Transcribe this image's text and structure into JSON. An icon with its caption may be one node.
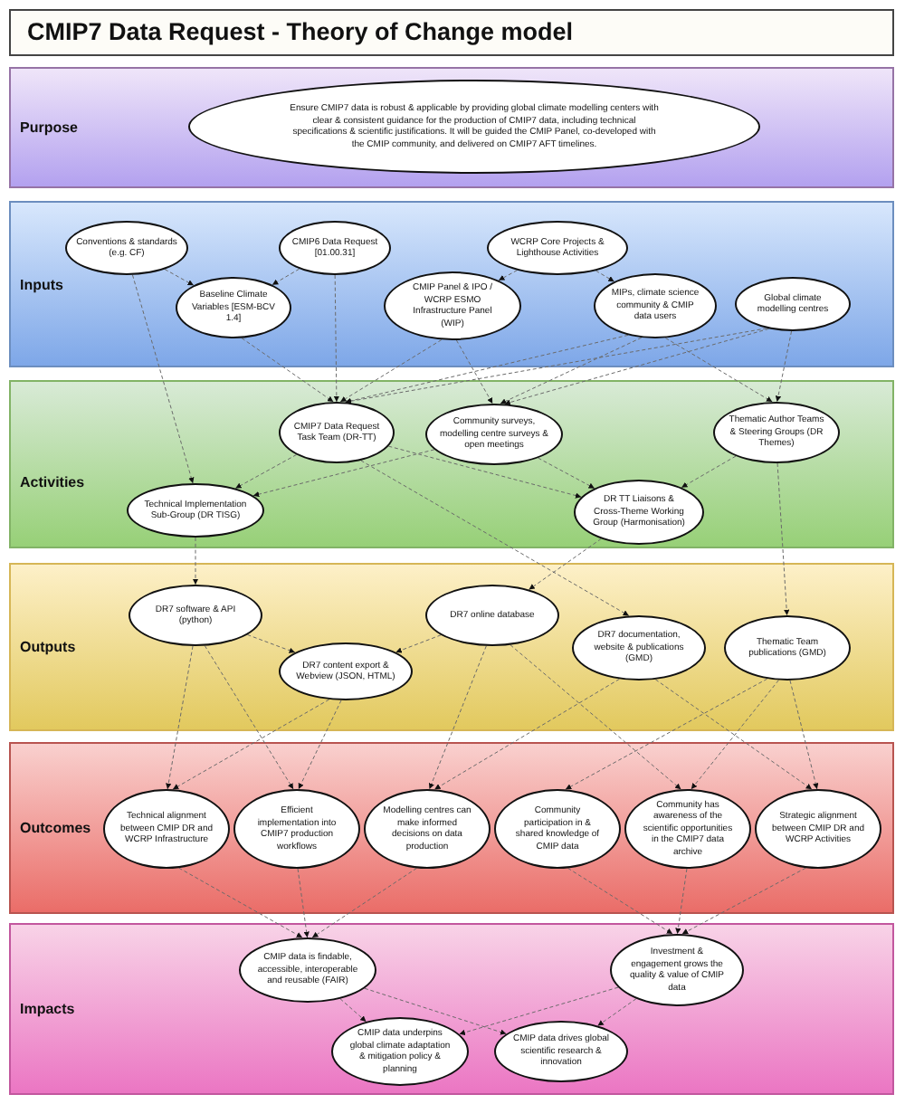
{
  "diagram": {
    "title": "CMIP7 Data Request - Theory of Change model",
    "nodes": [
      {
        "text": [
          "Purpose"
        ]
      },
      {
        "text": [
          "Ensure CMIP7 data is robust & applicable by providing global climate modelling centers with clear & consistent guidance for the production of CMIP7 data, including technical specifications & scientific justifications. It will be guided the CMIP Panel, co-developed with the CMIP community, and delivered on CMIP7 AFT timelines."
        ],
        "in": 0
      },
      {
        "text": [
          "Inputs"
        ]
      },
      {
        "text": [
          "Conventions & standards (e.g. CF)"
        ],
        "in": 2
      },
      {
        "text": [
          "CMIP6 Data Request [01.00.31]"
        ],
        "in": 2
      },
      {
        "text": [
          "WCRP Core Projects & Lighthouse Activities"
        ],
        "in": 2
      },
      {
        "text": [
          "Baseline Climate Variables [ESM-BCV 1.4]"
        ],
        "in": 2
      },
      {
        "text": [
          "CMIP Panel & IPO / WCRP ESMO Infrastructure Panel (WIP)"
        ],
        "in": 2
      },
      {
        "text": [
          "MIPs, climate science community & CMIP data users"
        ],
        "in": 2
      },
      {
        "text": [
          "Global climate modelling centres"
        ],
        "in": 2
      },
      {
        "text": [
          "Activities"
        ]
      },
      {
        "text": [
          "CMIP7 Data Request Task Team (DR-TT)"
        ],
        "in": 10
      },
      {
        "text": [
          "Community surveys, modelling centre surveys & open meetings"
        ],
        "in": 10
      },
      {
        "text": [
          "Thematic Author Teams & Steering Groups (DR Themes)"
        ],
        "in": 10
      },
      {
        "text": [
          "Technical Implementation Sub-Group (DR TISG)"
        ],
        "in": 10
      },
      {
        "text": [
          "DR TT Liaisons & Cross-Theme Working Group (Harmonisation)"
        ],
        "in": 10
      },
      {
        "text": [
          "Outputs"
        ]
      },
      {
        "text": [
          "DR7 software & API (python)"
        ],
        "in": 16
      },
      {
        "text": [
          "DR7 online database"
        ],
        "in": 16
      },
      {
        "text": [
          "DR7 documentation, website & publications (GMD)"
        ],
        "in": 16
      },
      {
        "text": [
          "Thematic Team publications (GMD)"
        ],
        "in": 16
      },
      {
        "text": [
          "DR7 content export & Webview (JSON, HTML)"
        ],
        "in": 16
      },
      {
        "text": [
          "Outcomes"
        ]
      },
      {
        "text": [
          "Technical alignment between CMIP DR and WCRP Infrastructure"
        ],
        "in": 22
      },
      {
        "text": [
          "Efficient implementation into CMIP7 production workflows"
        ],
        "in": 22
      },
      {
        "text": [
          "Modelling centres can make informed decisions on data production"
        ],
        "in": 22
      },
      {
        "text": [
          "Community participation in & shared knowledge of CMIP data"
        ],
        "in": 22
      },
      {
        "text": [
          "Community has awareness of the scientific opportunities in the CMIP7 data archive"
        ],
        "in": 22
      },
      {
        "text": [
          "Strategic alignment between CMIP DR and WCRP Activities"
        ],
        "in": 22
      },
      {
        "text": [
          "Impacts"
        ]
      },
      {
        "text": [
          "CMIP data is findable, accessible, interoperable and reusable (FAIR)"
        ],
        "in": 29
      },
      {
        "text": [
          "Investment & engagement grows the quality & value of CMIP data"
        ],
        "in": 29
      },
      {
        "text": [
          "CMIP data underpins global climate adaptation & mitigation policy & planning"
        ],
        "in": 29
      },
      {
        "text": [
          "CMIP data drives global scientific research & innovation"
        ],
        "in": 29
      }
    ],
    "edges": [
      {
        "from": 3,
        "to": 6,
        "arrow": "to",
        "style": "dashed"
      },
      {
        "from": 4,
        "to": 6,
        "arrow": "to",
        "style": "dashed"
      },
      {
        "from": 5,
        "to": 7,
        "arrow": "to",
        "style": "dashed"
      },
      {
        "from": 5,
        "to": 8,
        "arrow": "to",
        "style": "dashed"
      },
      {
        "from": 3,
        "to": 14,
        "arrow": "to",
        "style": "dashed"
      },
      {
        "from": 6,
        "to": 11,
        "arrow": "to",
        "style": "dashed"
      },
      {
        "from": 4,
        "to": 11,
        "arrow": "to",
        "style": "dashed"
      },
      {
        "from": 7,
        "to": 11,
        "arrow": "to",
        "style": "dashed"
      },
      {
        "from": 7,
        "to": 12,
        "arrow": "to",
        "style": "dashed"
      },
      {
        "from": 8,
        "to": 11,
        "arrow": "to",
        "style": "dashed"
      },
      {
        "from": 8,
        "to": 12,
        "arrow": "to",
        "style": "dashed"
      },
      {
        "from": 9,
        "to": 11,
        "arrow": "to",
        "style": "dashed"
      },
      {
        "from": 9,
        "to": 12,
        "arrow": "to",
        "style": "dashed"
      },
      {
        "from": 8,
        "to": 13,
        "arrow": "to",
        "style": "dashed"
      },
      {
        "from": 9,
        "to": 13,
        "arrow": "to",
        "style": "dashed"
      },
      {
        "from": 11,
        "to": 14,
        "arrow": "to",
        "style": "dashed"
      },
      {
        "from": 12,
        "to": 14,
        "arrow": "to",
        "style": "dashed"
      },
      {
        "from": 11,
        "to": 15,
        "arrow": "to",
        "style": "dashed"
      },
      {
        "from": 12,
        "to": 15,
        "arrow": "to",
        "style": "dashed"
      },
      {
        "from": 13,
        "to": 15,
        "arrow": "to",
        "style": "dashed"
      },
      {
        "from": 14,
        "to": 17,
        "arrow": "to",
        "style": "dashed"
      },
      {
        "from": 11,
        "to": 19,
        "arrow": "to",
        "style": "dashed"
      },
      {
        "from": 15,
        "to": 18,
        "arrow": "to",
        "style": "dashed"
      },
      {
        "from": 13,
        "to": 20,
        "arrow": "to",
        "style": "dashed"
      },
      {
        "from": 17,
        "to": 21,
        "arrow": "to",
        "style": "dashed"
      },
      {
        "from": 18,
        "to": 21,
        "arrow": "to",
        "style": "dashed"
      },
      {
        "from": 17,
        "to": 23,
        "arrow": "to",
        "style": "dashed"
      },
      {
        "from": 17,
        "to": 24,
        "arrow": "to",
        "style": "dashed"
      },
      {
        "from": 21,
        "to": 23,
        "arrow": "to",
        "style": "dashed"
      },
      {
        "from": 21,
        "to": 24,
        "arrow": "to",
        "style": "dashed"
      },
      {
        "from": 18,
        "to": 25,
        "arrow": "to",
        "style": "dashed"
      },
      {
        "from": 19,
        "to": 25,
        "arrow": "to",
        "style": "dashed"
      },
      {
        "from": 18,
        "to": 27,
        "arrow": "to",
        "style": "dashed"
      },
      {
        "from": 20,
        "to": 26,
        "arrow": "to",
        "style": "dashed"
      },
      {
        "from": 20,
        "to": 27,
        "arrow": "to",
        "style": "dashed"
      },
      {
        "from": 19,
        "to": 28,
        "arrow": "to",
        "style": "dashed"
      },
      {
        "from": 20,
        "to": 28,
        "arrow": "to",
        "style": "dashed"
      },
      {
        "from": 23,
        "to": 30,
        "arrow": "to",
        "style": "dashed"
      },
      {
        "from": 24,
        "to": 30,
        "arrow": "to",
        "style": "dashed"
      },
      {
        "from": 25,
        "to": 30,
        "arrow": "to",
        "style": "dashed"
      },
      {
        "from": 26,
        "to": 31,
        "arrow": "to",
        "style": "dashed"
      },
      {
        "from": 27,
        "to": 31,
        "arrow": "to",
        "style": "dashed"
      },
      {
        "from": 28,
        "to": 31,
        "arrow": "to",
        "style": "dashed"
      },
      {
        "from": 30,
        "to": 32,
        "arrow": "to",
        "style": "dashed"
      },
      {
        "from": 30,
        "to": 33,
        "arrow": "to",
        "style": "dashed"
      },
      {
        "from": 31,
        "to": 32,
        "arrow": "to",
        "style": "dashed"
      },
      {
        "from": 31,
        "to": 33,
        "arrow": "to",
        "style": "dashed"
      }
    ]
  }
}
